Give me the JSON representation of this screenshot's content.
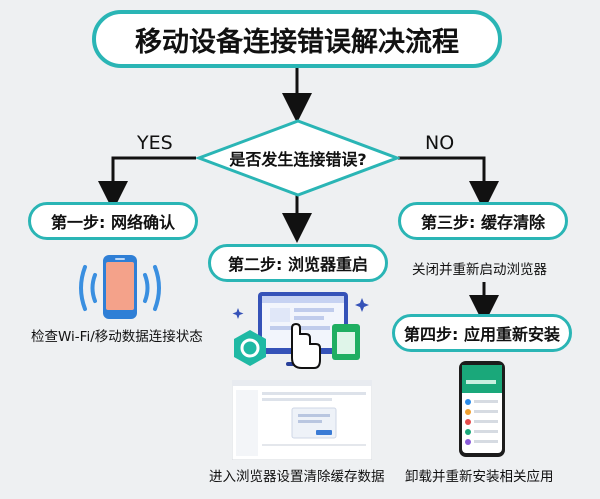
{
  "title": "移动设备连接错误解决流程",
  "decision": "是否发生连接错误?",
  "yes_label": "YES",
  "no_label": "NO",
  "steps": {
    "step1": "第一步: 网络确认",
    "step2": "第二步: 浏览器重启",
    "step3": "第三步: 缓存清除",
    "step4": "第四步: 应用重新安装"
  },
  "captions": {
    "step1": "检查Wi-Fi/移动数据连接状态",
    "step2": "进入浏览器设置清除缓存数据",
    "step3": "关闭并重新启动浏览器",
    "step4": "卸载并重新安装相关应用"
  },
  "colors": {
    "accent": "#2ab5b5",
    "background": "#eef0f2",
    "line": "#111111"
  },
  "icons": {
    "phone": "smartphone-signal-icon",
    "browser": "browser-refresh-icon",
    "settings_screenshot": "browser-settings-screenshot",
    "app_phone": "app-phone-screenshot"
  }
}
